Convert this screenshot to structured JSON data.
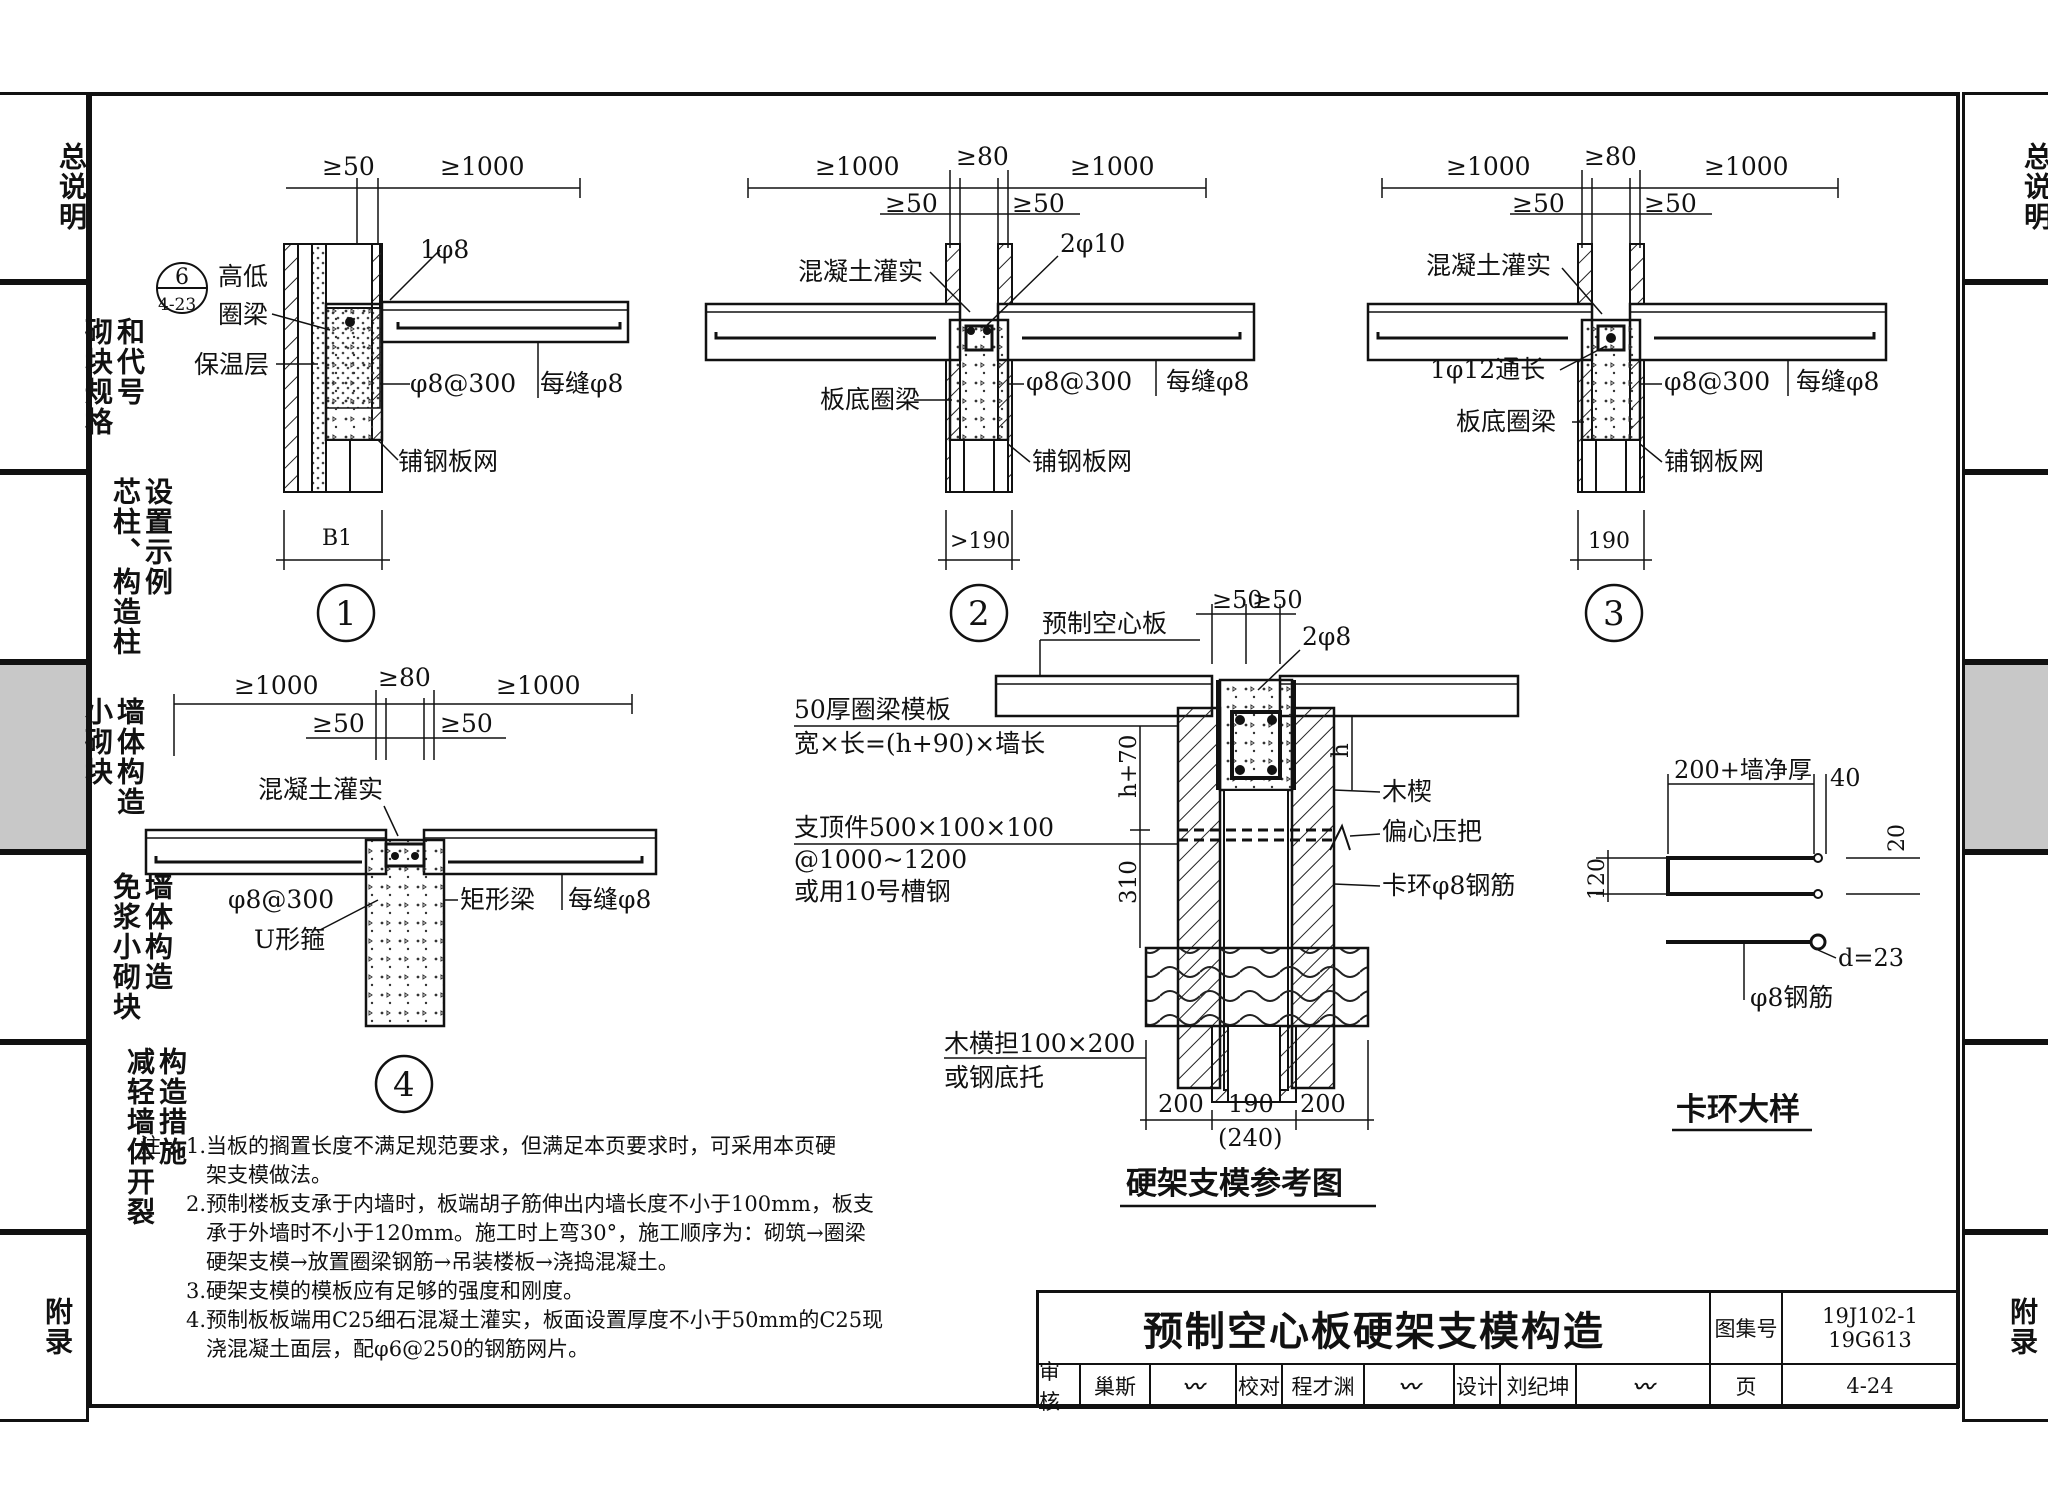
{
  "side_tabs": [
    {
      "lines": [
        "总说明"
      ],
      "active": false
    },
    {
      "lines": [
        "和代号",
        "砌块规格"
      ],
      "active": false
    },
    {
      "lines": [
        "设置示例",
        "芯柱、构造柱"
      ],
      "active": false
    },
    {
      "lines": [
        "墙体构造",
        "小砌块"
      ],
      "active": true
    },
    {
      "lines": [
        "墙体构造",
        "免浆小砌块"
      ],
      "active": false
    },
    {
      "lines": [
        "构造措施",
        "减轻墙体开裂"
      ],
      "active": false
    },
    {
      "lines": [
        "附录"
      ],
      "active": false
    }
  ],
  "detail1": {
    "dim_a": "≥50",
    "dim_b": "≥1000",
    "rebar": "1φ8",
    "ref_num": "6",
    "ref_page": "4-23",
    "label_beam1": "高低",
    "label_beam2": "圈梁",
    "insulation": "保温层",
    "stirrup": "φ8@300",
    "joint": "每缝φ8",
    "mesh": "铺钢板网",
    "width": "B1",
    "number": "1"
  },
  "detail2": {
    "dim_left": "≥1000",
    "dim_mid": "≥80",
    "dim_right": "≥1000",
    "dim_l50": "≥50",
    "dim_r50": "≥50",
    "grout": "混凝土灌实",
    "rebar": "2φ10",
    "beam": "板底圈梁",
    "stirrup": "φ8@300",
    "joint": "每缝φ8",
    "mesh": "铺钢板网",
    "width": ">190",
    "number": "2"
  },
  "detail3": {
    "dim_left": "≥1000",
    "dim_mid": "≥80",
    "dim_right": "≥1000",
    "dim_l50": "≥50",
    "dim_r50": "≥50",
    "grout": "混凝土灌实",
    "rebar": "1φ12通长",
    "beam": "板底圈梁",
    "stirrup": "φ8@300",
    "joint": "每缝φ8",
    "mesh": "铺钢板网",
    "width": "190",
    "number": "3"
  },
  "detail4": {
    "dim_left": "≥1000",
    "dim_mid": "≥80",
    "dim_right": "≥1000",
    "dim_l50": "≥50",
    "dim_r50": "≥50",
    "grout": "混凝土灌实",
    "stirrup": "φ8@300",
    "ustirrup": "U形箍",
    "beam": "矩形梁",
    "joint": "每缝φ8",
    "number": "4"
  },
  "formwork": {
    "dim_a": "≥50",
    "dim_b": "≥50",
    "slab": "预制空心板",
    "rebar": "2φ8",
    "form1": "50厚圈梁模板",
    "form2": "宽×长=(h+90)×墙长",
    "dim_h70": "h+70",
    "dim_h": "h",
    "wedge": "木楔",
    "support1": "支顶件500×100×100",
    "support2": "@1000~1200",
    "support3": "或用10号槽钢",
    "clamp": "偏心压把",
    "ring": "卡环φ8钢筋",
    "dim_310": "310",
    "beam1": "木横担100×200",
    "beam2": "或钢底托",
    "dim_200a": "200",
    "dim_190": "190",
    "dim_200b": "200",
    "dim_240": "(240)",
    "caption": "硬架支模参考图"
  },
  "clip": {
    "dim_top": "200+墙净厚",
    "dim_40": "40",
    "dim_20": "20",
    "dim_120": "120",
    "dim_d": "d=23",
    "rebar": "φ8钢筋",
    "caption": "卡环大样"
  },
  "notes": {
    "label": "注:",
    "items": [
      {
        "n": "1.",
        "lines": [
          "当板的搁置长度不满足规范要求，但满足本页要求时，可采用本页硬",
          "架支模做法。"
        ]
      },
      {
        "n": "2.",
        "lines": [
          "预制楼板支承于内墙时，板端胡子筋伸出内墙长度不小于100mm，板支",
          "承于外墙时不小于120mm。施工时上弯30°，施工顺序为：砌筑→圈梁",
          "硬架支模→放置圈梁钢筋→吊装楼板→浇捣混凝土。"
        ]
      },
      {
        "n": "3.",
        "lines": [
          "硬架支模的模板应有足够的强度和刚度。"
        ]
      },
      {
        "n": "4.",
        "lines": [
          "预制板板端用C25细石混凝土灌实，板面设置厚度不小于50mm的C25现",
          "浇混凝土面层，配φ6@250的钢筋网片。"
        ]
      }
    ]
  },
  "title_block": {
    "title": "预制空心板硬架支模构造",
    "atlas_label": "图集号",
    "atlas_no1": "19J102-1",
    "atlas_no2": "19G613",
    "review": "审核",
    "reviewer": "巢斯",
    "check": "校对",
    "checker": "程才渊",
    "design": "设计",
    "designer": "刘纪坤",
    "page_label": "页",
    "page_no": "4-24"
  }
}
